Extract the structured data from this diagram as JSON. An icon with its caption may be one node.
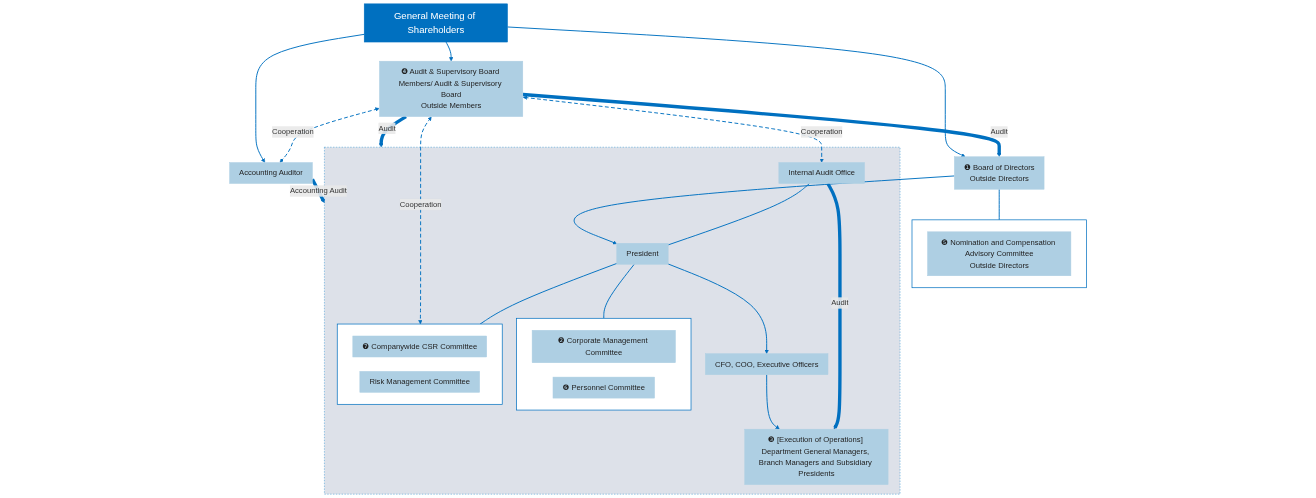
{
  "diagram": {
    "nodes": [
      {
        "text": [
          "General Meeting of Shareholders"
        ]
      },
      {
        "text": [
          "❹ Audit & Supervisory Board Members/ Audit & Supervisory Board",
          "Outside Members"
        ]
      },
      {
        "text": [
          "❶ Board of Directors",
          "Outside Directors"
        ]
      },
      {
        "text": [],
        "shape": "box"
      },
      {
        "text": [
          "❺ Nomination and Compensation Advisory Committee",
          "Outside Directors"
        ],
        "in": 3
      },
      {
        "text": [],
        "shape": "box"
      },
      {
        "text": [
          "Internal Audit Office"
        ],
        "in": 5
      },
      {
        "text": [
          "President"
        ],
        "in": 5
      },
      {
        "text": [],
        "shape": "box",
        "in": 5
      },
      {
        "text": [
          "❷ Corporate Management Committee"
        ],
        "in": 8
      },
      {
        "text": [
          "❻ Personnel Committee"
        ],
        "in": 8
      },
      {
        "text": [],
        "shape": "box",
        "in": 5
      },
      {
        "text": [
          "❼ Companywide CSR Committee"
        ],
        "in": 11
      },
      {
        "text": [
          "Risk Management Committee"
        ],
        "in": 11
      },
      {
        "text": [
          "CFO, COO, Executive Officers"
        ],
        "in": 5
      },
      {
        "text": [
          "❸ [Execution of Operations] Department General Managers, Branch Managers and Subsidiary Presidents"
        ],
        "in": 5
      },
      {
        "text": [
          "Accounting Auditor"
        ]
      }
    ],
    "edges": [
      {
        "from": 0,
        "to": 1,
        "arrow": "to"
      },
      {
        "from": 0,
        "to": 2,
        "arrow": "to"
      },
      {
        "from": 0,
        "to": 16,
        "arrow": "to"
      },
      {
        "from": 1,
        "to": 2,
        "arrow": "to",
        "label": "Audit",
        "style": "thick"
      },
      {
        "from": 1,
        "to": 5,
        "arrow": "to",
        "label": "Audit",
        "style": "thick"
      },
      {
        "from": 1,
        "to": 6,
        "arrow": "both",
        "label": "Cooperation",
        "style": "dashed"
      },
      {
        "from": 1,
        "to": 11,
        "arrow": "both",
        "label": "Cooperation",
        "style": "dashed"
      },
      {
        "from": 1,
        "to": 16,
        "arrow": "both",
        "label": "Cooperation",
        "style": "dashed"
      },
      {
        "from": 16,
        "to": 5,
        "arrow": "to",
        "label": "Accounting Audit",
        "style": "thick"
      },
      {
        "from": 2,
        "to": 3,
        "arrow": "none"
      },
      {
        "from": 2,
        "to": 7,
        "arrow": "to"
      },
      {
        "from": 6,
        "to": 7,
        "arrow": "none"
      },
      {
        "from": 7,
        "to": 8,
        "arrow": "none"
      },
      {
        "from": 7,
        "to": 11,
        "arrow": "none"
      },
      {
        "from": 7,
        "to": 14,
        "arrow": "to"
      },
      {
        "from": 14,
        "to": 15,
        "arrow": "to"
      },
      {
        "from": 6,
        "to": 15,
        "arrow": "to",
        "label": "Audit",
        "style": "thick"
      }
    ]
  }
}
